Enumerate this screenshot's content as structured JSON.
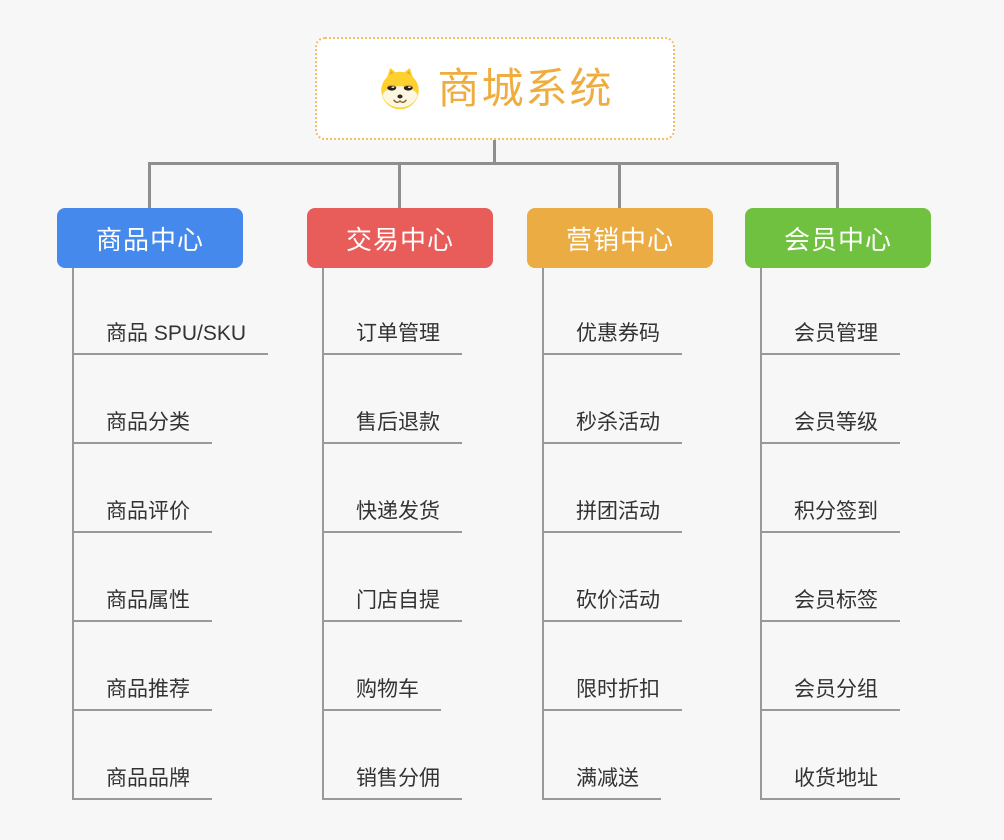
{
  "page": {
    "background_color": "#f7f7f7",
    "connector_color": "#8f8f8f",
    "leaf_line_color": "#999999",
    "leaf_text_color": "#333333"
  },
  "root": {
    "label": "商城系统",
    "icon": "doge-icon",
    "text_color": "#efad3f",
    "border_color": "#f3bd62"
  },
  "branches": [
    {
      "label": "商品中心",
      "color": "#4589ec",
      "items": [
        "商品 SPU/SKU",
        "商品分类",
        "商品评价",
        "商品属性",
        "商品推荐",
        "商品品牌"
      ]
    },
    {
      "label": "交易中心",
      "color": "#e85c5a",
      "items": [
        "订单管理",
        "售后退款",
        "快递发货",
        "门店自提",
        "购物车",
        "销售分佣"
      ]
    },
    {
      "label": "营销中心",
      "color": "#ebac44",
      "items": [
        "优惠券码",
        "秒杀活动",
        "拼团活动",
        "砍价活动",
        "限时折扣",
        "满减送"
      ]
    },
    {
      "label": "会员中心",
      "color": "#70c140",
      "items": [
        "会员管理",
        "会员等级",
        "积分签到",
        "会员标签",
        "会员分组",
        "收货地址"
      ]
    }
  ]
}
